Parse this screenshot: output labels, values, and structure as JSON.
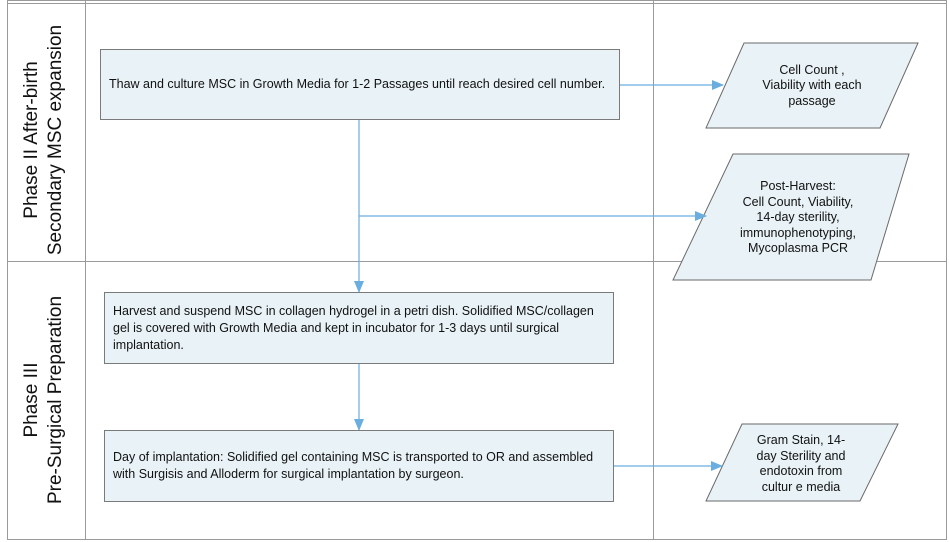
{
  "lanes": [
    {
      "title_line1": "Phase II After-birth",
      "title_line2": "Secondary MSC expansion"
    },
    {
      "title_line1": "Phase III",
      "title_line2": "Pre-Surgical Preparation"
    }
  ],
  "process_steps": [
    "Thaw and culture MSC in Growth Media for 1-2 Passages until reach desired cell number.",
    "Harvest and suspend MSC in collagen hydrogel in a petri dish. Solidified MSC/collagen gel is covered with Growth Media  and kept in incubator for 1-3 days until surgical implantation.",
    "Day of implantation: Solidified gel containing MSC is transported to OR and assembled with Surgisis and Alloderm for surgical implantation by surgeon."
  ],
  "qc_checks": [
    {
      "lines": [
        "Cell Count ,",
        "Viability with each",
        "passage"
      ]
    },
    {
      "lines": [
        "Post-Harvest:",
        "Cell Count, Viability,",
        "14-day sterility,",
        "immunophenotyping,",
        "Mycoplasma PCR"
      ]
    },
    {
      "lines": [
        "Gram Stain, 14-",
        "day Sterility and",
        "endotoxin from",
        "cultur e media"
      ]
    }
  ],
  "colors": {
    "box_fill": "#e9f2f7",
    "border": "#7a7a7a",
    "arrow": "#6aaee0",
    "grid": "#9a9a9a"
  }
}
